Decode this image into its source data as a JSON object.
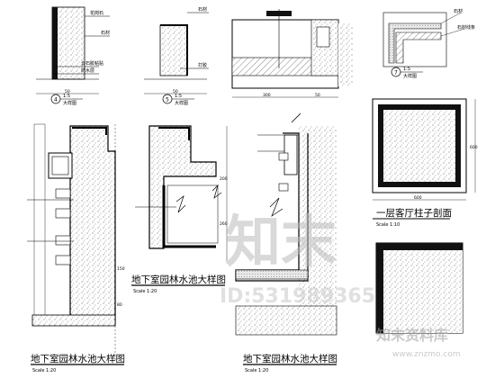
{
  "drawing": {
    "details": [
      {
        "no": "4",
        "scale": "1:5",
        "sheet": "大样图"
      },
      {
        "no": "5",
        "scale": "1:5",
        "sheet": "大样图"
      },
      {
        "no": "7",
        "scale": "1:5",
        "sheet": "大样图"
      }
    ],
    "titles": {
      "left": "地下室园林水池大样图",
      "middle": "地下室园林水池大样图",
      "bottom": "地下室园林水池大样图",
      "column": "一层客厅柱子剖面"
    },
    "scales": {
      "left": "Scale 1:20",
      "middle": "Scale 1:20",
      "bottom": "Scale 1:20",
      "column": "Scale 1:10"
    },
    "annotations": {
      "d1_a": "花岗石",
      "d1_b": "石材",
      "d1_c": "云石胶粘贴",
      "d1_d": "防水层",
      "d2_a": "石材",
      "d2_b": "打胶",
      "d4_a": "石材",
      "d4_b": "石材线条"
    },
    "watermarks": {
      "logo": "知末",
      "id": "ID:531989365",
      "brand": "知末资料库",
      "site": "www.znzmo.com"
    }
  }
}
